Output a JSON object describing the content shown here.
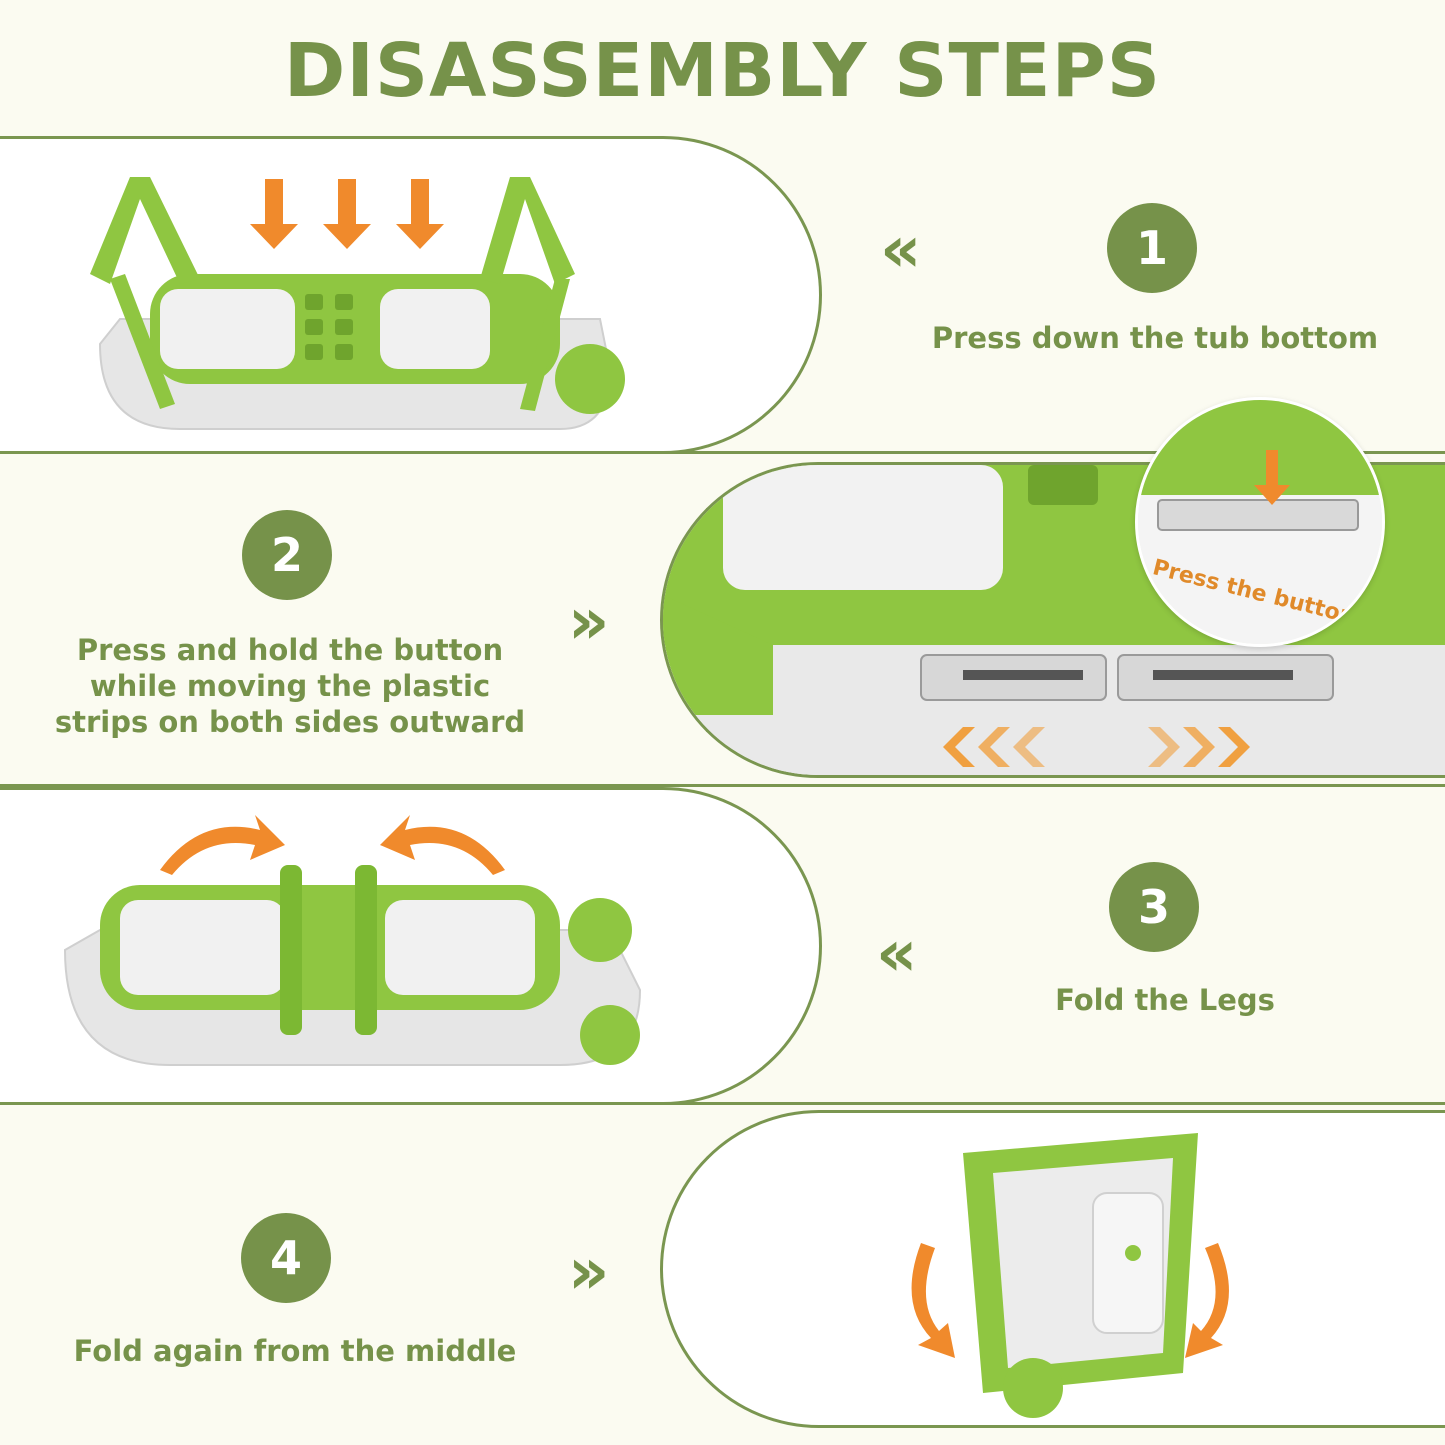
{
  "title": "DISASSEMBLY STEPS",
  "steps": [
    {
      "number": "1",
      "text": "Press down the tub bottom",
      "chevron": "«"
    },
    {
      "number": "2",
      "text": "Press and hold the button\nwhile moving the plastic\nstrips on both sides outward",
      "chevron": "»"
    },
    {
      "number": "3",
      "text": "Fold the Legs",
      "chevron": "«"
    },
    {
      "number": "4",
      "text": "Fold again from the middle",
      "chevron": "»"
    }
  ],
  "zoom_label": "Press the button",
  "colors": {
    "brand_green": "#76924a",
    "tub_green": "#8fc641",
    "arrow_orange": "#f08a2c",
    "background": "#fbfbf1"
  }
}
